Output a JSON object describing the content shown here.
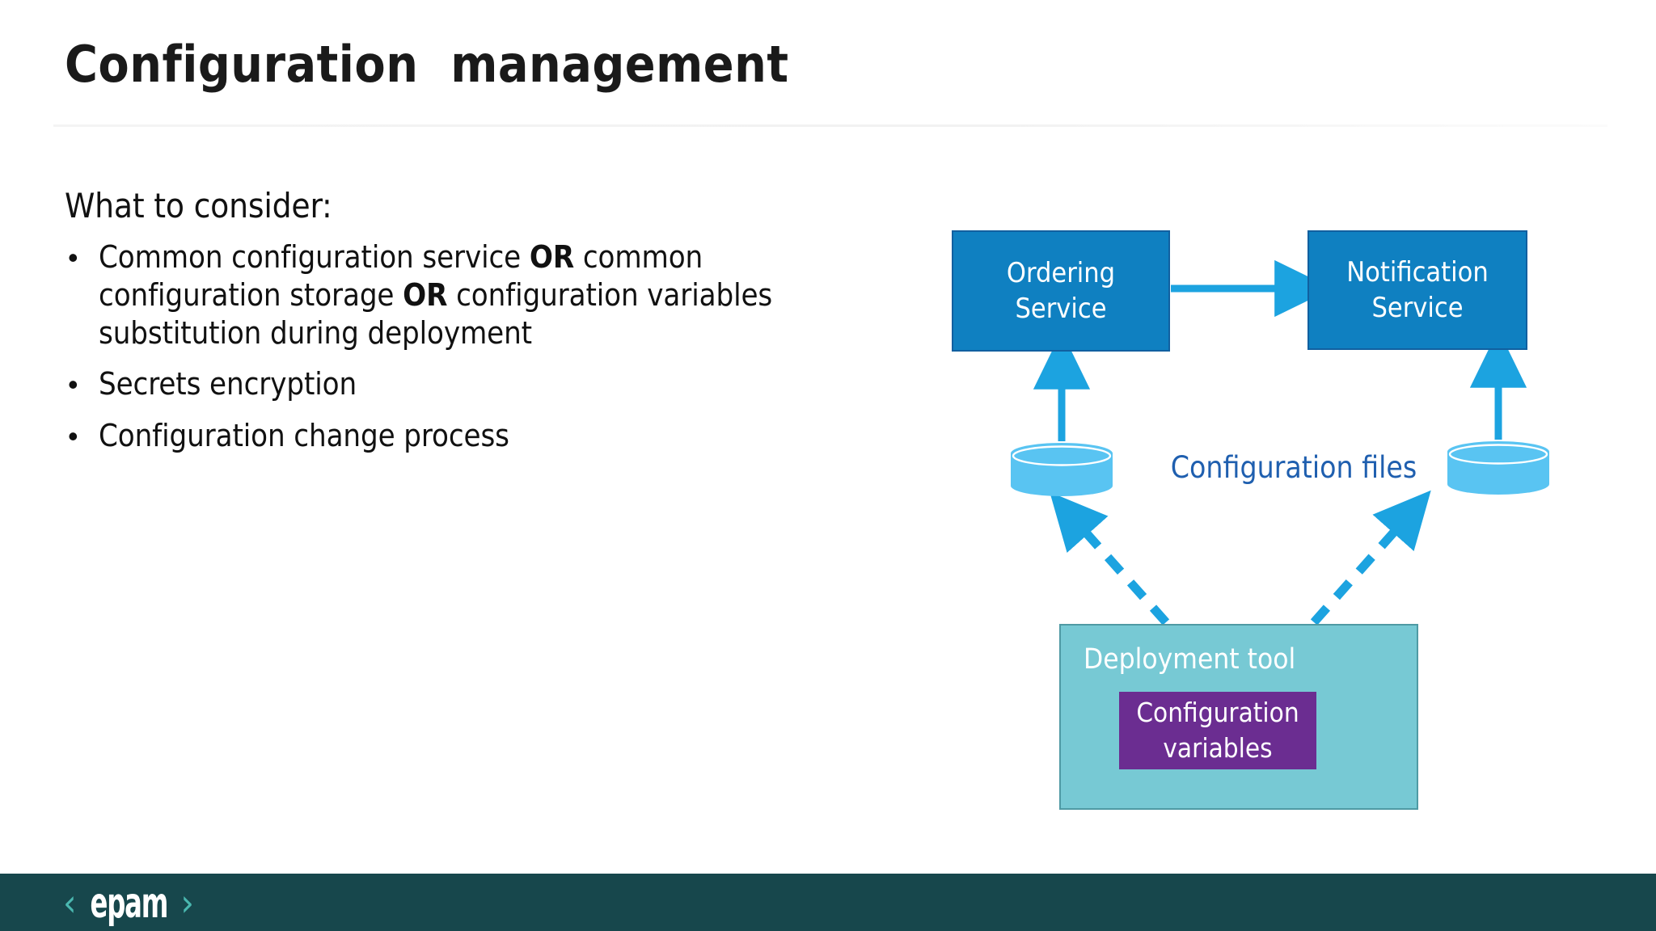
{
  "slide": {
    "title": "Configuration  management",
    "background_color": "#ffffff",
    "divider_color": "#f2f2f2"
  },
  "left_panel": {
    "heading": "What to consider:",
    "bullet_marker": "•",
    "bullets": [
      {
        "parts": [
          {
            "text": "Common configuration service ",
            "bold": false
          },
          {
            "text": "OR",
            "bold": true
          },
          {
            "text": " common configuration storage ",
            "bold": false
          },
          {
            "text": "OR",
            "bold": true
          },
          {
            "text": " configuration variables substitution during deployment",
            "bold": false
          }
        ],
        "plain": "Common configuration service OR common configuration storage OR configuration variables substitution during deployment"
      },
      {
        "parts": [
          {
            "text": "Secrets encryption",
            "bold": false
          }
        ],
        "plain": "Secrets encryption"
      },
      {
        "parts": [
          {
            "text": "Configuration change process",
            "bold": false
          }
        ],
        "plain": "Configuration change process"
      }
    ]
  },
  "diagram": {
    "type": "architecture-flow",
    "nodes": {
      "ordering_service": {
        "label": "Ordering\nService",
        "shape": "rectangle",
        "fill": "#0F80C1",
        "text_color": "#ffffff"
      },
      "notification_service": {
        "label": "Notification\nService",
        "shape": "rectangle",
        "fill": "#0F80C1",
        "text_color": "#ffffff"
      },
      "config_files_left": {
        "label": "",
        "shape": "cylinder",
        "fill": "#59C4F2"
      },
      "config_files_right": {
        "label": "",
        "shape": "cylinder",
        "fill": "#59C4F2"
      },
      "config_files_caption": {
        "label": "Configuration files",
        "text_color": "#1F5FAF"
      },
      "deployment_tool": {
        "label": "Deployment tool",
        "shape": "rectangle",
        "fill": "#77C9D4",
        "text_color": "#ffffff"
      },
      "configuration_variables": {
        "label": "Configuration\nvariables",
        "shape": "rectangle",
        "fill": "#6B2D91",
        "text_color": "#ffffff"
      }
    },
    "edges": [
      {
        "from": "ordering_service",
        "to": "notification_service",
        "style": "solid",
        "color": "#1CA3E0"
      },
      {
        "from": "config_files_left",
        "to": "ordering_service",
        "style": "solid",
        "color": "#1CA3E0"
      },
      {
        "from": "config_files_right",
        "to": "notification_service",
        "style": "solid",
        "color": "#1CA3E0"
      },
      {
        "from": "deployment_tool",
        "to": "config_files_left",
        "style": "dashed",
        "color": "#1CA3E0"
      },
      {
        "from": "deployment_tool",
        "to": "config_files_right",
        "style": "dashed",
        "color": "#1CA3E0"
      }
    ]
  },
  "footer": {
    "brand_left_chevron": "‹",
    "brand_word": "epam",
    "brand_right_chevron": "›",
    "bar_color": "#17474C",
    "chevron_color": "#4AB8B0",
    "word_color": "#ffffff"
  }
}
